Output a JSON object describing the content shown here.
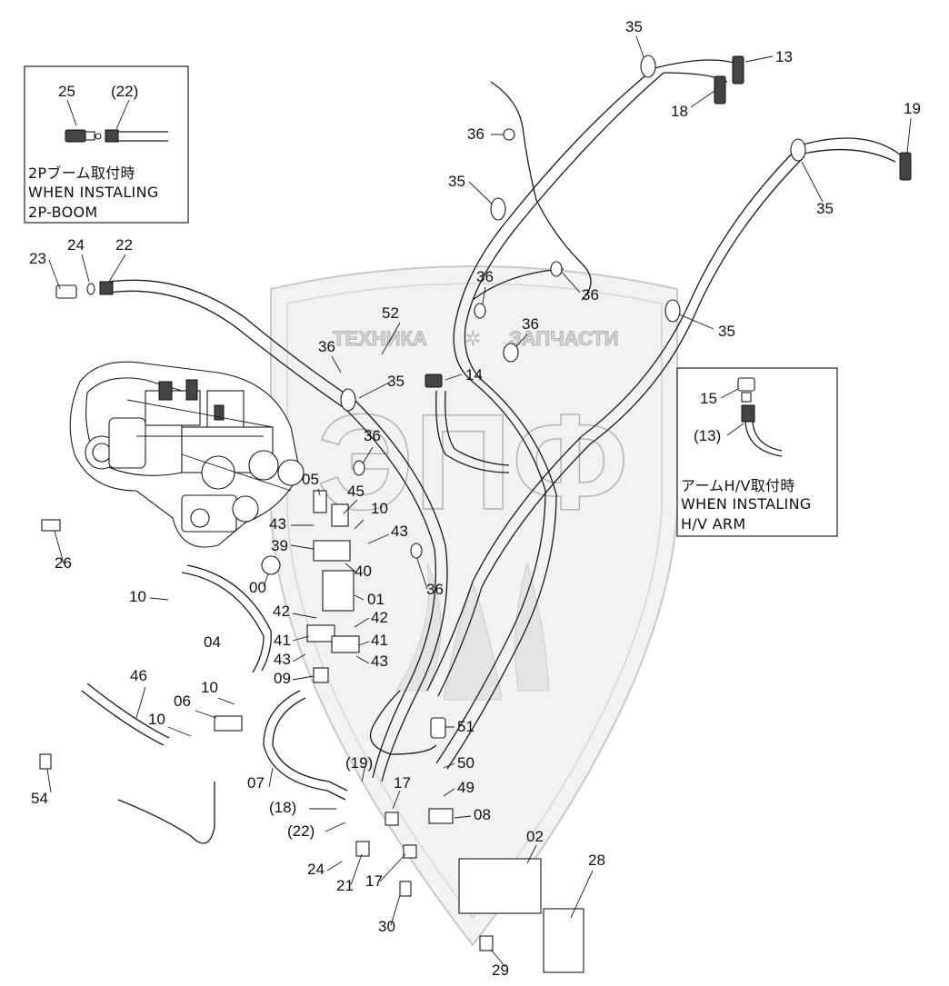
{
  "watermark": {
    "brand": "ЭПФ",
    "left_text": "ТЕХНИКА",
    "right_text": "ЗАПЧАСТИ"
  },
  "inset_boom": {
    "callouts": [
      "25",
      "(22)"
    ],
    "line1": "2Pブーム取付時",
    "line2": "WHEN INSTALING",
    "line3": "2P-BOOM"
  },
  "inset_arm": {
    "callouts": [
      "15",
      "(13)"
    ],
    "line1": "アームH/V取付時",
    "line2": "WHEN INSTALING",
    "line3": "H/V ARM"
  },
  "callouts": [
    {
      "id": "c35a",
      "text": "35"
    },
    {
      "id": "c13",
      "text": "13"
    },
    {
      "id": "c18",
      "text": "18"
    },
    {
      "id": "c19",
      "text": "19"
    },
    {
      "id": "c36a",
      "text": "36"
    },
    {
      "id": "c35b",
      "text": "35"
    },
    {
      "id": "c35c",
      "text": "35"
    },
    {
      "id": "c23",
      "text": "23"
    },
    {
      "id": "c24a",
      "text": "24"
    },
    {
      "id": "c22",
      "text": "22"
    },
    {
      "id": "c36b",
      "text": "36"
    },
    {
      "id": "c36c",
      "text": "36"
    },
    {
      "id": "c52",
      "text": "52"
    },
    {
      "id": "c36d",
      "text": "36"
    },
    {
      "id": "c35d",
      "text": "35"
    },
    {
      "id": "c36e",
      "text": "36"
    },
    {
      "id": "c35e",
      "text": "35"
    },
    {
      "id": "c14",
      "text": "14"
    },
    {
      "id": "c36f",
      "text": "36"
    },
    {
      "id": "c05",
      "text": "05"
    },
    {
      "id": "c45",
      "text": "45"
    },
    {
      "id": "c10a",
      "text": "10"
    },
    {
      "id": "c43a",
      "text": "43"
    },
    {
      "id": "c43b",
      "text": "43"
    },
    {
      "id": "c39",
      "text": "39"
    },
    {
      "id": "c40",
      "text": "40"
    },
    {
      "id": "c00",
      "text": "00"
    },
    {
      "id": "c36g",
      "text": "36"
    },
    {
      "id": "c26",
      "text": "26"
    },
    {
      "id": "c10b",
      "text": "10"
    },
    {
      "id": "c01",
      "text": "01"
    },
    {
      "id": "c42a",
      "text": "42"
    },
    {
      "id": "c42b",
      "text": "42"
    },
    {
      "id": "c04",
      "text": "04"
    },
    {
      "id": "c41a",
      "text": "41"
    },
    {
      "id": "c41b",
      "text": "41"
    },
    {
      "id": "c43c",
      "text": "43"
    },
    {
      "id": "c43d",
      "text": "43"
    },
    {
      "id": "c46",
      "text": "46"
    },
    {
      "id": "c09",
      "text": "09"
    },
    {
      "id": "c10c",
      "text": "10"
    },
    {
      "id": "c06",
      "text": "06"
    },
    {
      "id": "c10d",
      "text": "10"
    },
    {
      "id": "c51",
      "text": "51"
    },
    {
      "id": "c50",
      "text": "50"
    },
    {
      "id": "c49",
      "text": "49"
    },
    {
      "id": "c19b",
      "text": "(19)"
    },
    {
      "id": "c17a",
      "text": "17"
    },
    {
      "id": "c07",
      "text": "07"
    },
    {
      "id": "c18b",
      "text": "(18)"
    },
    {
      "id": "c08",
      "text": "08"
    },
    {
      "id": "c22b",
      "text": "(22)"
    },
    {
      "id": "c54",
      "text": "54"
    },
    {
      "id": "c02",
      "text": "02"
    },
    {
      "id": "c28",
      "text": "28"
    },
    {
      "id": "c24b",
      "text": "24"
    },
    {
      "id": "c21",
      "text": "21"
    },
    {
      "id": "c17b",
      "text": "17"
    },
    {
      "id": "c30",
      "text": "30"
    },
    {
      "id": "c29",
      "text": "29"
    }
  ]
}
